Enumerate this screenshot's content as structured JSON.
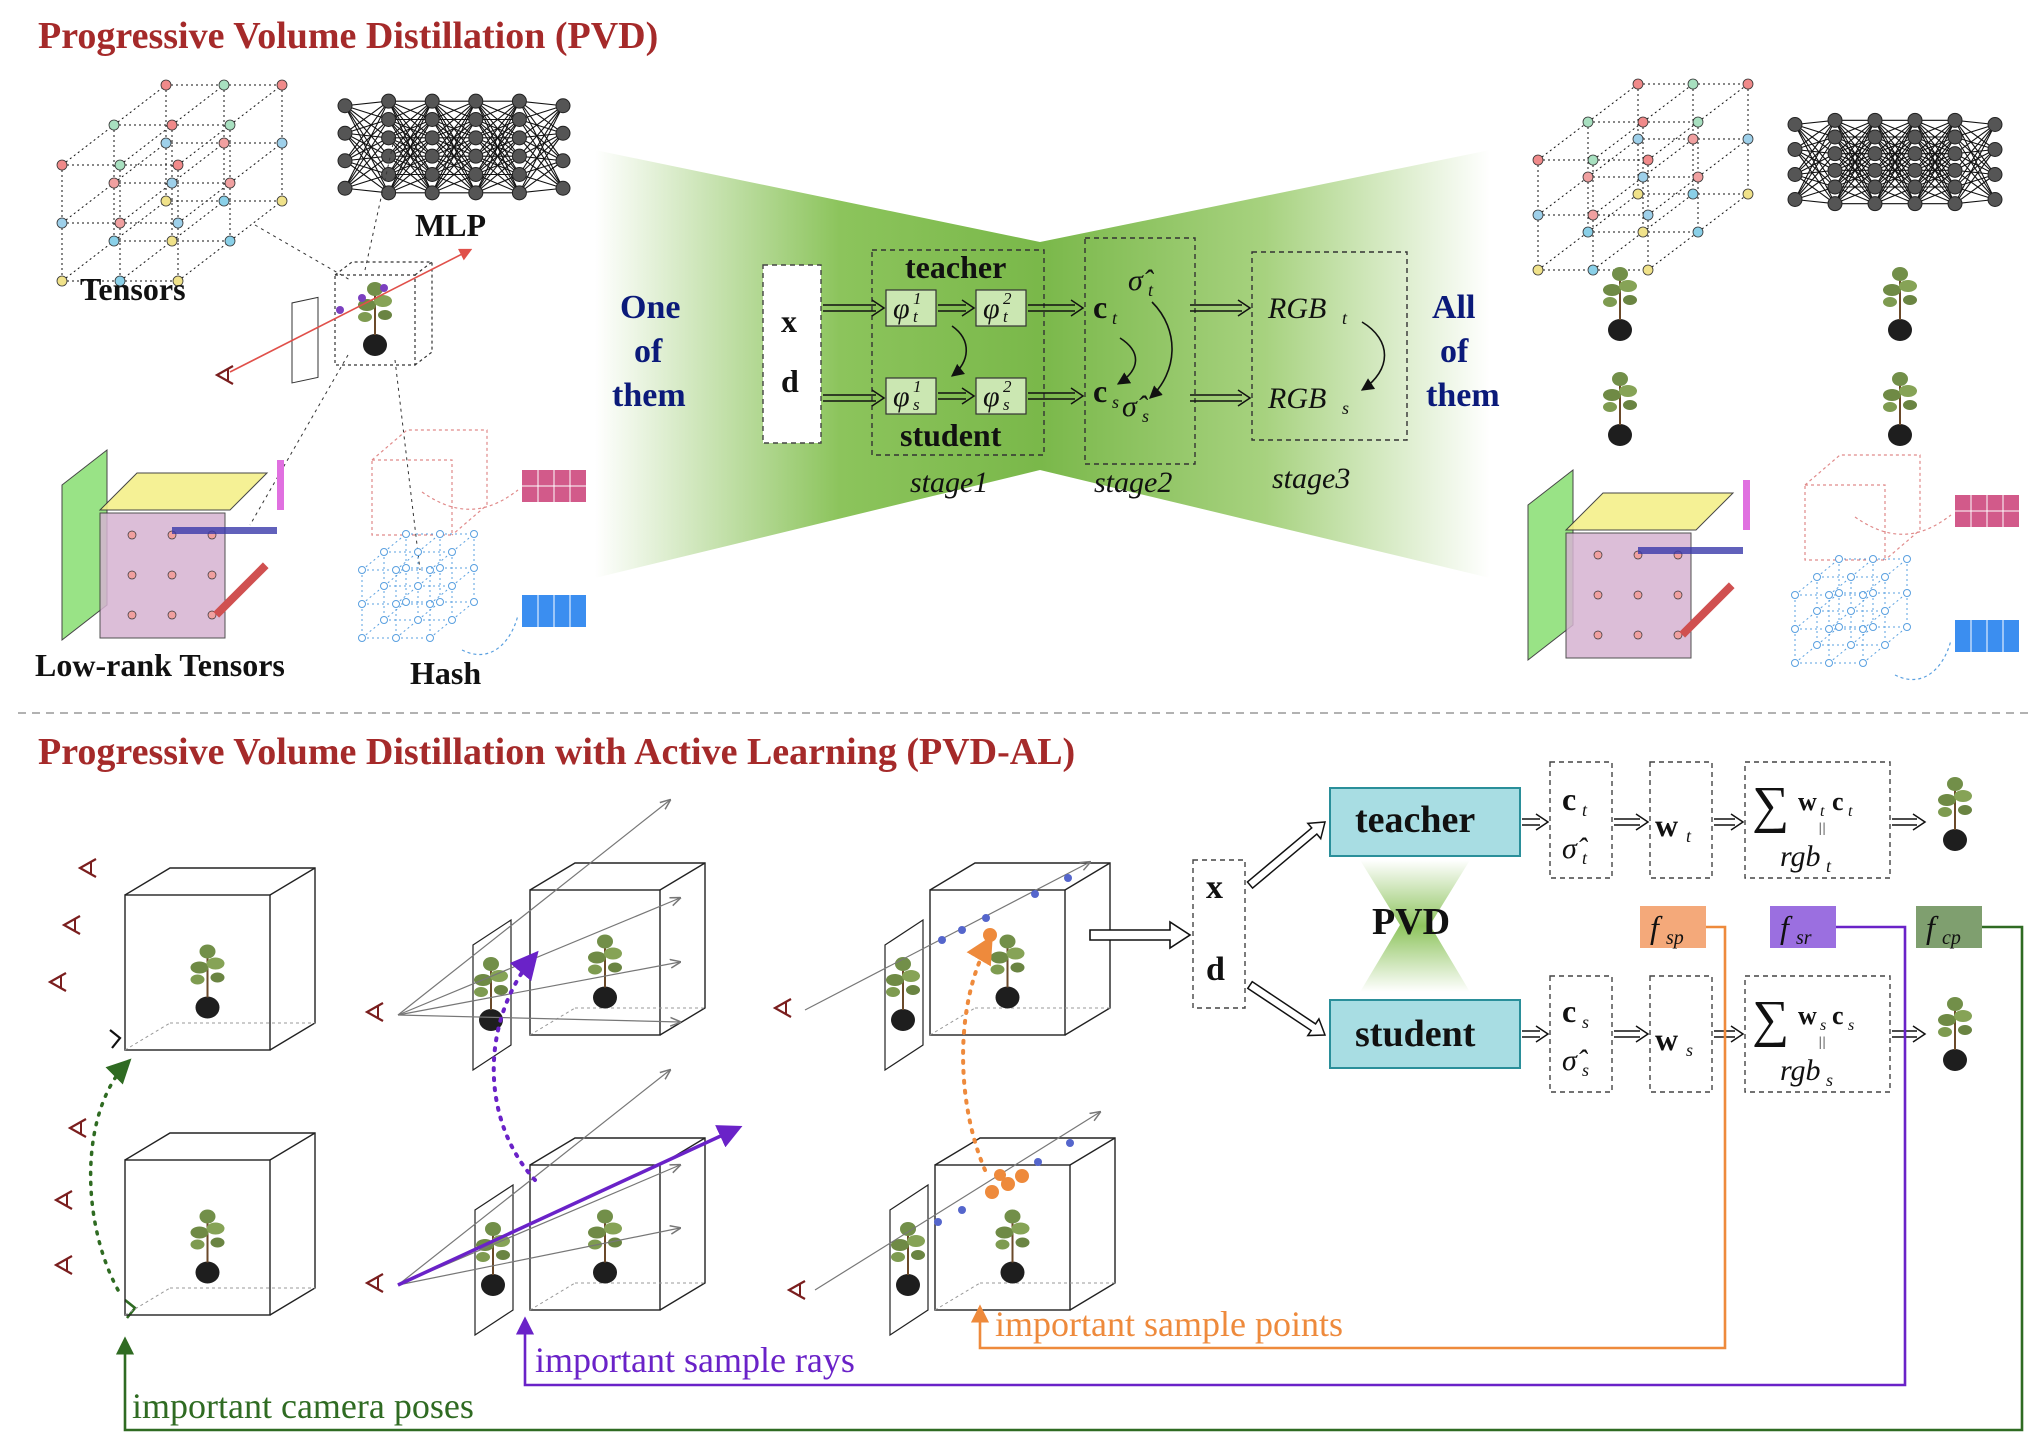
{
  "pvd": {
    "title": "Progressive Volume Distillation (PVD)",
    "tensors_label": "Tensors",
    "mlp_label": "MLP",
    "lowrank_label": "Low-rank Tensors",
    "hash_label": "Hash",
    "one_of_them": [
      "One",
      "of",
      "them"
    ],
    "all_of_them": [
      "All",
      "of",
      "them"
    ],
    "input_x": "x",
    "input_d": "d",
    "teacher_label": "teacher",
    "student_label": "student",
    "phi_t1": "φ",
    "stage1": "stage1",
    "stage2": "stage2",
    "stage3": "stage3",
    "c_t": "c",
    "c_s": "c",
    "sigma_t": "σ̂",
    "sigma_s": "σ̂",
    "rgb_t": "RGB",
    "rgb_s": "RGB",
    "sub_t": "t",
    "sub_s": "s",
    "sup_1": "1",
    "sup_2": "2"
  },
  "pvdal": {
    "title": "Progressive Volume Distillation with Active Learning (PVD-AL)",
    "input_x": "x",
    "input_d": "d",
    "teacher_box": "teacher",
    "student_box": "student",
    "pvd_label": "PVD",
    "w_t": "w",
    "w_s": "w",
    "sum_sym": "∑",
    "rgb_t": "rgb",
    "rgb_s": "rgb",
    "eq_sym": "||",
    "f_sp": "sp",
    "f_sr": "sr",
    "f_cp": "cp",
    "f_letter": "f",
    "imp_points": "important sample points",
    "imp_rays": "important sample rays",
    "imp_poses": "important camera poses"
  },
  "colors": {
    "title_red": "#a52a2a",
    "navy": "#0b1a7a",
    "green_band": "#7dbb4a",
    "teal_box": "#a8dde3",
    "f_sp": "#f4a97a",
    "f_sr": "#9b6fe0",
    "f_cp": "#7f9f6f",
    "orange_line": "#ee8a3c",
    "purple_line": "#6a22c8",
    "green_line": "#2f6b22"
  },
  "icons": [
    "plant-icon",
    "camera-icon",
    "cube-icon",
    "grid-icon",
    "mlp-icon"
  ]
}
